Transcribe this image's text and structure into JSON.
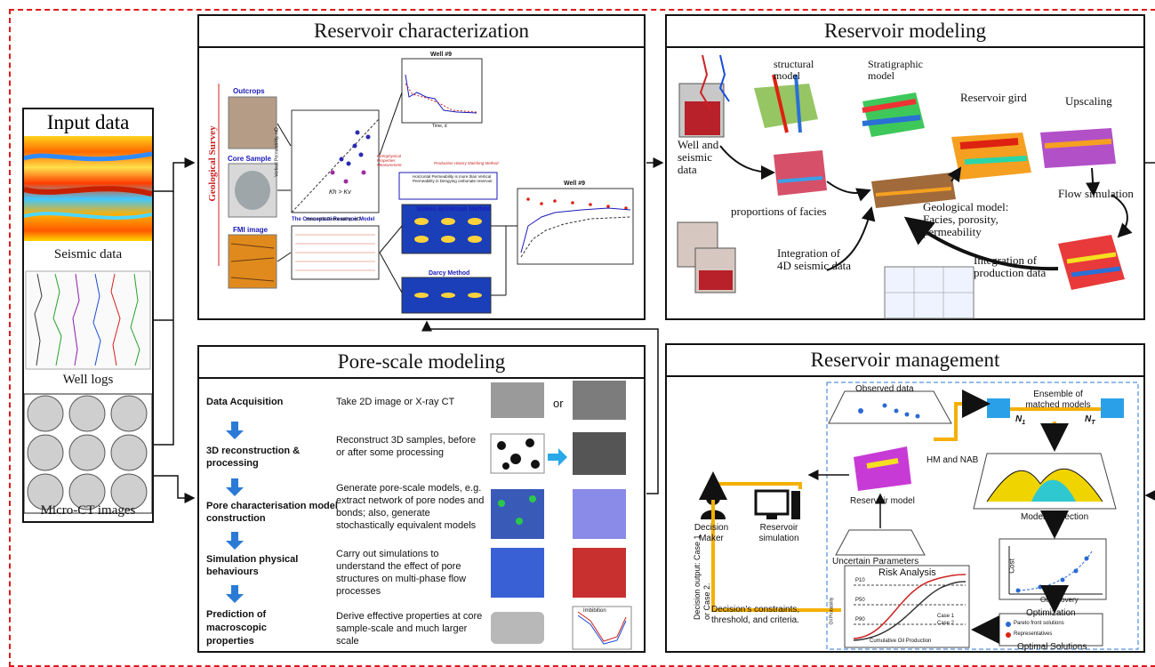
{
  "input": {
    "title": "Input data",
    "seismic": "Seismic data",
    "welllogs": "Well logs",
    "microct": "Micro-CT images"
  },
  "characterization": {
    "title": "Reservoir characterization",
    "geo_survey": "Geological Survey",
    "outcrops": "Outcrops",
    "core_sample": "Core Sample",
    "fmi": "FMI image",
    "conceptual": "The Conceptual Reservoir Model",
    "well9_top": "Well #9",
    "well9_bottom": "Well #9",
    "stokes": "Stokes-Brinkman Method",
    "darcy": "Darcy Method",
    "petro": "Petrophysical Properties Measurement",
    "production": "Production History Matching Method",
    "note": "Horizontal Permeability is more than Vertical Permeability in Dengying carbonate reservoir.",
    "kh_kv": "Kh > Kv",
    "vert_perm": "Vertical Permeability, mD",
    "horiz_perm": "Horizontal Permeability, mD",
    "time": "Time, d"
  },
  "modeling": {
    "title": "Reservoir modeling",
    "well_seismic": "Well and seismic data",
    "structural": "structural model",
    "stratigraphic": "Stratigraphic model",
    "grid": "Reservoir gird",
    "upscaling": "Upscaling",
    "facies": "proportions of facies",
    "geomodel": "Geological model: Facies, porosity, permeability",
    "flowsim": "Flow simulation",
    "int4d": "Integration of 4D seismic data",
    "intprod": "Integration of production data"
  },
  "pore": {
    "title": "Pore-scale modeling",
    "steps": [
      {
        "h": "Data Acquisition",
        "d": "Take 2D image or X-ray CT"
      },
      {
        "h": "3D reconstruction & processing",
        "d": "Reconstruct 3D samples, before or after some processing"
      },
      {
        "h": "Pore characterisation model construction",
        "d": "Generate pore-scale models, e.g. extract network of pore nodes and bonds; also, generate stochastically equivalent models"
      },
      {
        "h": "Simulation physical behaviours",
        "d": "Carry out simulations to understand the effect of pore structures on multi-phase flow processes"
      },
      {
        "h": "Prediction of macroscopic properties",
        "d": "Derive effective properties at core sample-scale and much larger scale"
      }
    ],
    "or": "or",
    "imbibition": "Imbibition"
  },
  "management": {
    "title": "Reservoir management",
    "observed": "Observed data",
    "ensemble": "Ensemble of matched models",
    "n1": "N",
    "n1sub": "1",
    "nt": "N",
    "ntsub": "T",
    "hm": "HM and NAB",
    "decision_maker": "Decision Maker",
    "res_sim": "Reservoir simulation",
    "res_model": "Reservoir model",
    "models_sel": "Models Selection",
    "uncertain": "Uncertain Parameters",
    "cost": "Cost",
    "oilrec": "Oil recovery",
    "optimization": "Optimization",
    "risk": "Risk Analysis",
    "p10": "P10",
    "p50": "P50",
    "p90": "P90",
    "oilprob": "Oil Probability",
    "cum": "Cumulative Oil Production",
    "case1": "Case 1",
    "case2": "Case 2",
    "decision_out": "Decision output: Case 1 or Case 2.",
    "constraints": "Decision's constraints, threshold, and criteria.",
    "pareto": "Pareto front solutions",
    "reps": "Representatives",
    "optimal": "Optimal Solutions"
  }
}
